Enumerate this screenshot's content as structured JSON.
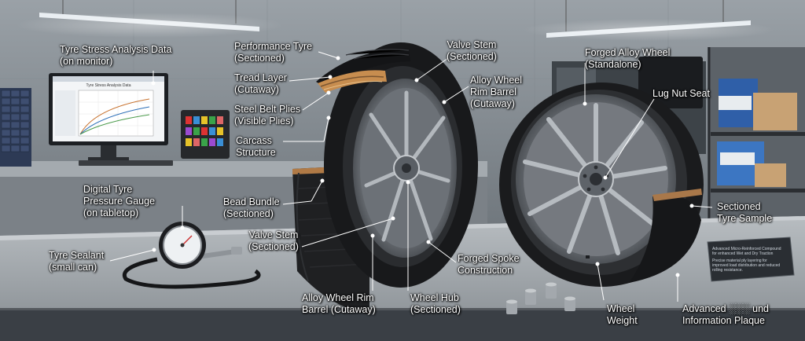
{
  "scene": {
    "title": "Sectioned performance tyre and forged alloy wheel workshop display"
  },
  "labels": {
    "stress_data": [
      "Tyre Stress Analysis Data",
      "(on monitor)"
    ],
    "performance_tyre": [
      "Performance Tyre",
      "(Sectioned)"
    ],
    "tread_layer": [
      "Tread Layer",
      "(Cutaway)"
    ],
    "steel_belt": [
      "Steel Belt Plies",
      "(Visible Plies)"
    ],
    "carcass": [
      "Carcass",
      "Structure"
    ],
    "bead_bundle": [
      "Bead Bundle",
      "(Sectioned)"
    ],
    "valve_stem_top": [
      "Valve Stem",
      "(Sectioned)"
    ],
    "rim_barrel_top": [
      "Alloy Wheel",
      "Rim Barrel",
      "(Cutaway)"
    ],
    "forged_alloy_wheel": [
      "Forged Alloy Wheel",
      "(Standalone)"
    ],
    "lug_nut_seat": [
      "Lug Nut Seat"
    ],
    "digital_gauge": [
      "Digital Tyre",
      "Pressure Gauge",
      "(on tabletop)"
    ],
    "valve_stem_bottom": [
      "Valve Stem",
      "(Sectioned)"
    ],
    "tyre_sealant": [
      "Tyre Sealant",
      "(small can)"
    ],
    "forged_spoke": [
      "Forged Spoke",
      "Construction"
    ],
    "rim_barrel_bottom": [
      "Alloy Wheel Rim",
      "Barrel (Cutaway)"
    ],
    "wheel_hub": [
      "Wheel Hub",
      "(Sectioned)"
    ],
    "wheel_weight": [
      "Wheel",
      "Weight"
    ],
    "sectioned_sample": [
      "Sectioned",
      "Tyre Sample"
    ],
    "plaque": [
      "Advanced",
      "und",
      "Information Plaque"
    ]
  },
  "monitor": {
    "chart_title": "Tyre Stress Analysis Data"
  },
  "plaque_text": [
    "Advanced Micro-Reinforced Compound",
    "for enhanced Wet and Dry Traction",
    "Precise material ply layering for",
    "improved load distribution and reduced",
    "rolling resistance."
  ],
  "colors": {
    "wall": "#8c9399",
    "bench_top": "#a7adb2",
    "tyre": "#1d1e20",
    "alloy": "#8e9399",
    "label_text": "#ffffff"
  }
}
